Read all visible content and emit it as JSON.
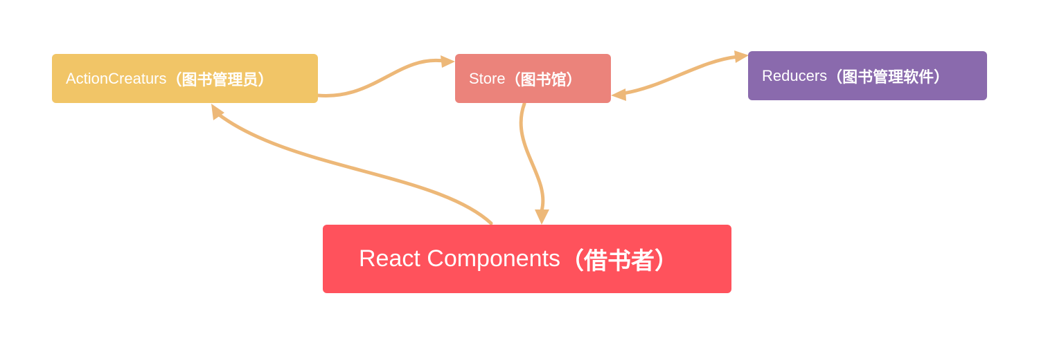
{
  "colors": {
    "edge": "#EDB878",
    "action": "#F1C567",
    "store": "#EB837B",
    "reducers": "#8A6AAD",
    "react": "#FF525C"
  },
  "nodes": {
    "action_creators": {
      "name": "ActionCreaturs",
      "note": "（图书管理员）"
    },
    "store": {
      "name": "Store",
      "note": "（图书馆）"
    },
    "reducers": {
      "name": "Reducers",
      "note": "（图书管理软件）"
    },
    "react_components": {
      "name": "React Components",
      "note": "（借书者）"
    }
  },
  "edges": [
    {
      "from": "action_creators",
      "to": "store",
      "direction": "forward"
    },
    {
      "from": "store",
      "to": "reducers",
      "direction": "both"
    },
    {
      "from": "store",
      "to": "react_components",
      "direction": "forward"
    },
    {
      "from": "react_components",
      "to": "action_creators",
      "direction": "forward"
    }
  ]
}
